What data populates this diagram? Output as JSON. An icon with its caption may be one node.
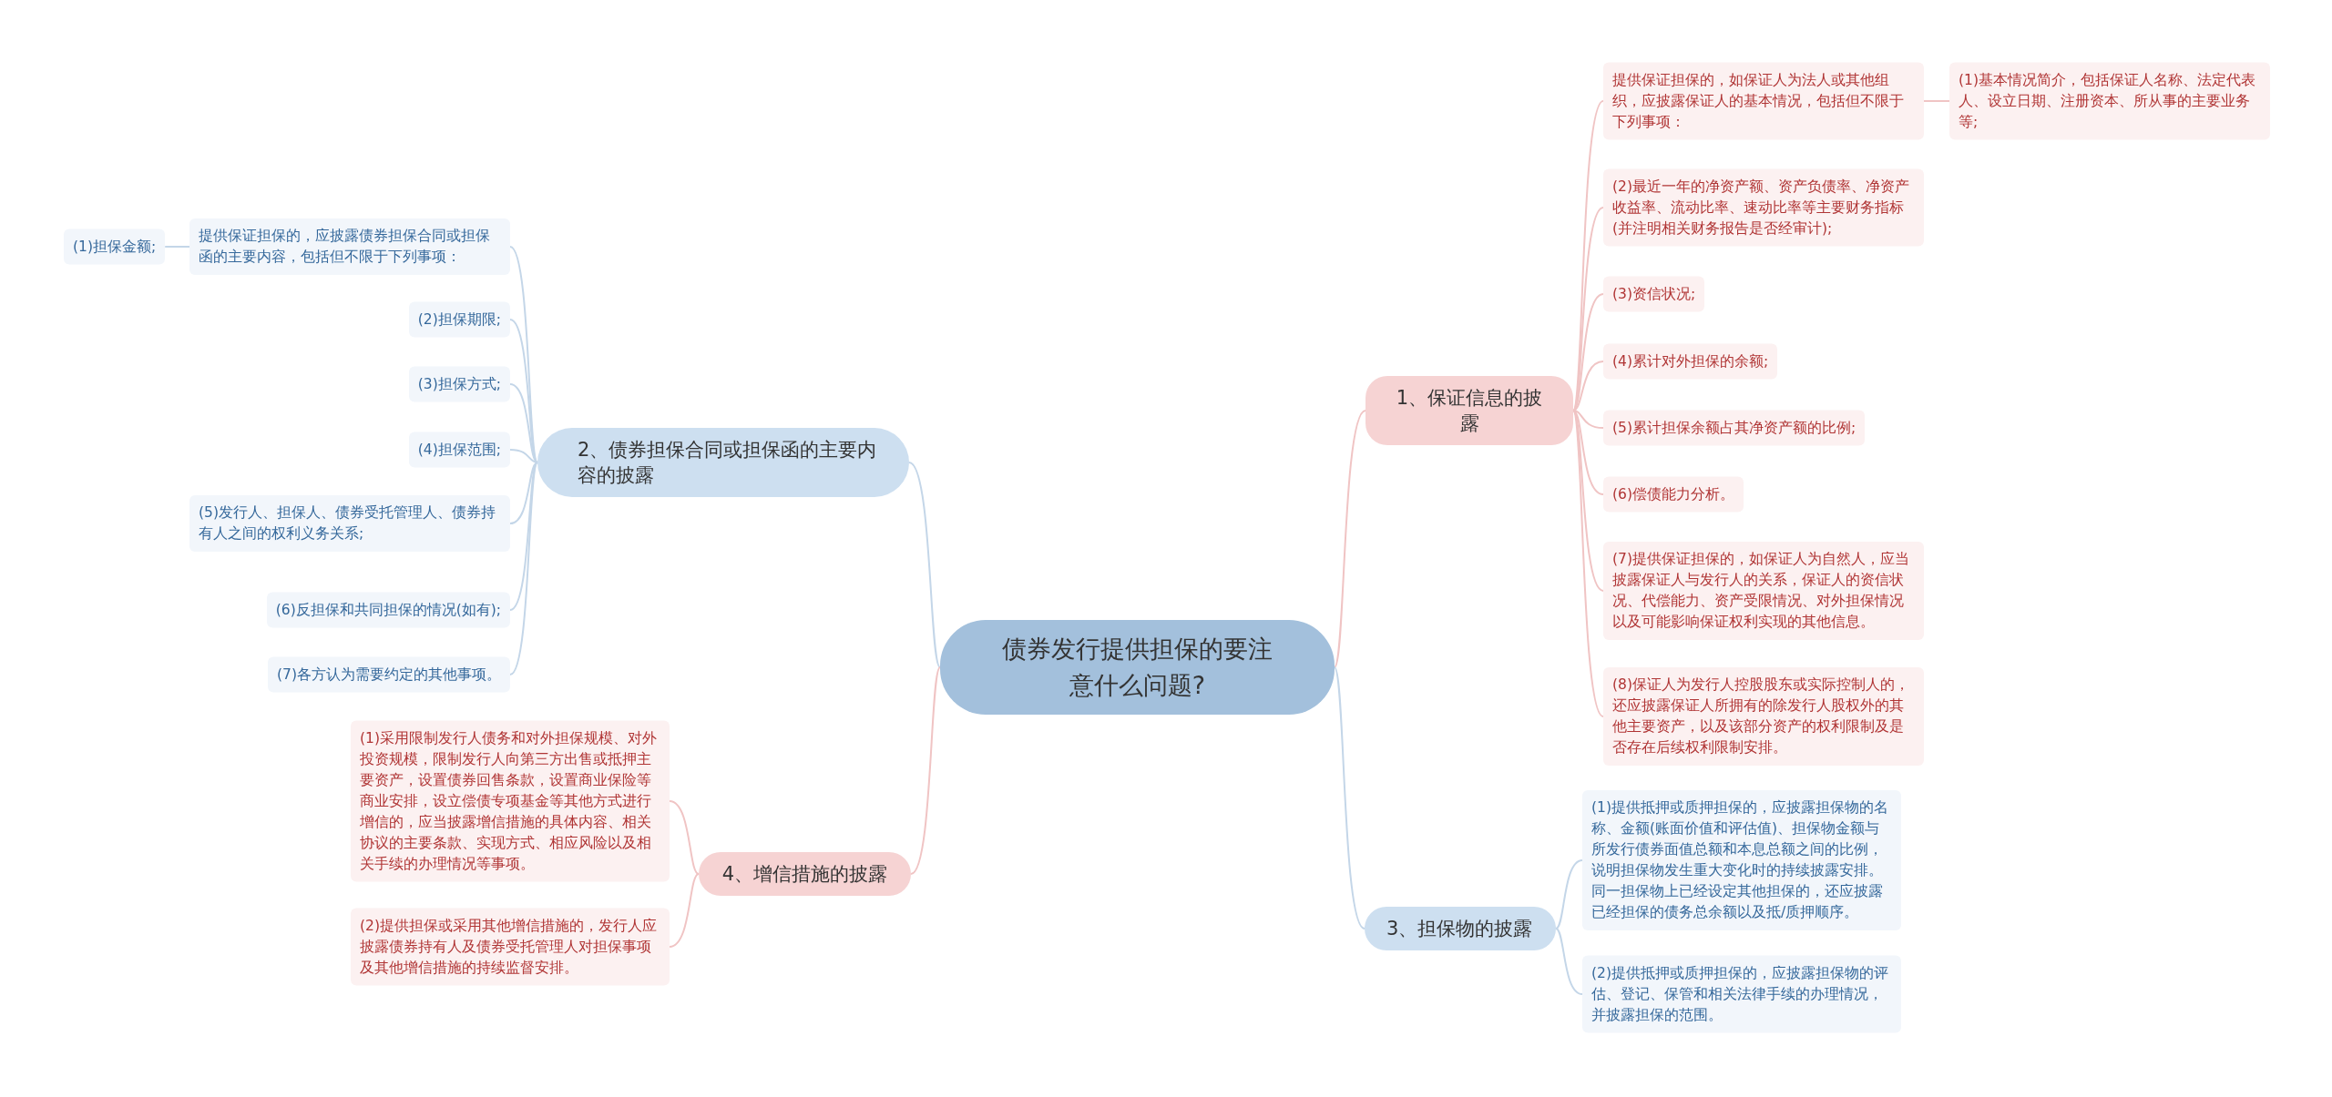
{
  "diagram": {
    "nodes": [
      {
        "text": [
          "债券发行提供担保的要注意什么问题?"
        ]
      },
      {
        "text": [
          "1、保证信息的披露"
        ]
      },
      {
        "text": [
          "提供保证担保的，如保证人为法人或其他组织，应披露保证人的基本情况，包括但不限于下列事项："
        ]
      },
      {
        "text": [
          "(1)基本情况简介，包括保证人名称、法定代表人、设立日期、注册资本、所从事的主要业务等;"
        ]
      },
      {
        "text": [
          "(2)最近一年的净资产额、资产负债率、净资产收益率、流动比率、速动比率等主要财务指标(并注明相关财务报告是否经审计);"
        ]
      },
      {
        "text": [
          "(3)资信状况;"
        ]
      },
      {
        "text": [
          "(4)累计对外担保的余额;"
        ]
      },
      {
        "text": [
          "(5)累计担保余额占其净资产额的比例;"
        ]
      },
      {
        "text": [
          "(6)偿债能力分析。"
        ]
      },
      {
        "text": [
          "(7)提供保证担保的，如保证人为自然人，应当披露保证人与发行人的关系，保证人的资信状况、代偿能力、资产受限情况、对外担保情况以及可能影响保证权利实现的其他信息。"
        ]
      },
      {
        "text": [
          "(8)保证人为发行人控股股东或实际控制人的，还应披露保证人所拥有的除发行人股权外的其他主要资产，以及该部分资产的权利限制及是否存在后续权利限制安排。"
        ]
      },
      {
        "text": [
          "2、债券担保合同或担保函的主要内容的披露"
        ]
      },
      {
        "text": [
          "提供保证担保的，应披露债券担保合同或担保函的主要内容，包括但不限于下列事项："
        ]
      },
      {
        "text": [
          "(1)担保金额;"
        ]
      },
      {
        "text": [
          "(2)担保期限;"
        ]
      },
      {
        "text": [
          "(3)担保方式;"
        ]
      },
      {
        "text": [
          "(4)担保范围;"
        ]
      },
      {
        "text": [
          "(5)发行人、担保人、债券受托管理人、债券持有人之间的权利义务关系;"
        ]
      },
      {
        "text": [
          "(6)反担保和共同担保的情况(如有);"
        ]
      },
      {
        "text": [
          "(7)各方认为需要约定的其他事项。"
        ]
      },
      {
        "text": [
          "3、担保物的披露"
        ]
      },
      {
        "text": [
          "(1)提供抵押或质押担保的，应披露担保物的名称、金额(账面价值和评估值)、担保物金额与所发行债券面值总额和本息总额之间的比例，说明担保物发生重大变化时的持续披露安排。同一担保物上已经设定其他担保的，还应披露已经担保的债务总余额以及抵/质押顺序。"
        ]
      },
      {
        "text": [
          "(2)提供抵押或质押担保的，应披露担保物的评估、登记、保管和相关法律手续的办理情况，并披露担保的范围。"
        ]
      },
      {
        "text": [
          "4、增信措施的披露"
        ]
      },
      {
        "text": [
          "(1)采用限制发行人债务和对外担保规模、对外投资规模，限制发行人向第三方出售或抵押主要资产，设置债券回售条款，设置商业保险等商业安排，设立偿债专项基金等其他方式进行增信的，应当披露增信措施的具体内容、相关协议的主要条款、实现方式、相应风险以及相关手续的办理情况等事项。"
        ]
      },
      {
        "text": [
          "(2)提供担保或采用其他增信措施的，发行人应披露债券持有人及债券受托管理人对担保事项及其他增信措施的持续监督安排。"
        ]
      }
    ],
    "edges": [
      {
        "from": 0,
        "to": 1,
        "arrow": "none",
        "color": "#f0c4c4"
      },
      {
        "from": 0,
        "to": 11,
        "arrow": "none",
        "color": "#c4d6e8"
      },
      {
        "from": 0,
        "to": 20,
        "arrow": "none",
        "color": "#c4d6e8"
      },
      {
        "from": 0,
        "to": 23,
        "arrow": "none",
        "color": "#f0c4c4"
      },
      {
        "from": 1,
        "to": 2,
        "arrow": "none",
        "color": "#f0c4c4"
      },
      {
        "from": 2,
        "to": 3,
        "arrow": "none",
        "color": "#f0c4c4"
      },
      {
        "from": 1,
        "to": 4,
        "arrow": "none",
        "color": "#f0c4c4"
      },
      {
        "from": 1,
        "to": 5,
        "arrow": "none",
        "color": "#f0c4c4"
      },
      {
        "from": 1,
        "to": 6,
        "arrow": "none",
        "color": "#f0c4c4"
      },
      {
        "from": 1,
        "to": 7,
        "arrow": "none",
        "color": "#f0c4c4"
      },
      {
        "from": 1,
        "to": 8,
        "arrow": "none",
        "color": "#f0c4c4"
      },
      {
        "from": 1,
        "to": 9,
        "arrow": "none",
        "color": "#f0c4c4"
      },
      {
        "from": 1,
        "to": 10,
        "arrow": "none",
        "color": "#f0c4c4"
      },
      {
        "from": 11,
        "to": 12,
        "arrow": "none",
        "color": "#c4d6e8"
      },
      {
        "from": 12,
        "to": 13,
        "arrow": "none",
        "color": "#c4d6e8"
      },
      {
        "from": 11,
        "to": 14,
        "arrow": "none",
        "color": "#c4d6e8"
      },
      {
        "from": 11,
        "to": 15,
        "arrow": "none",
        "color": "#c4d6e8"
      },
      {
        "from": 11,
        "to": 16,
        "arrow": "none",
        "color": "#c4d6e8"
      },
      {
        "from": 11,
        "to": 17,
        "arrow": "none",
        "color": "#c4d6e8"
      },
      {
        "from": 11,
        "to": 18,
        "arrow": "none",
        "color": "#c4d6e8"
      },
      {
        "from": 11,
        "to": 19,
        "arrow": "none",
        "color": "#c4d6e8"
      },
      {
        "from": 20,
        "to": 21,
        "arrow": "none",
        "color": "#c4d6e8"
      },
      {
        "from": 20,
        "to": 22,
        "arrow": "none",
        "color": "#c4d6e8"
      },
      {
        "from": 23,
        "to": 24,
        "arrow": "none",
        "color": "#f0c4c4"
      },
      {
        "from": 23,
        "to": 25,
        "arrow": "none",
        "color": "#f0c4c4"
      }
    ]
  }
}
